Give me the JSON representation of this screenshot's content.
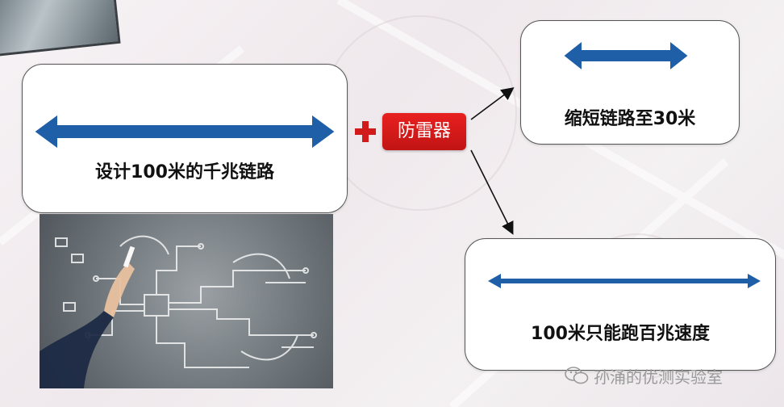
{
  "diagram": {
    "main_box": {
      "label": "设计100米的千兆链路"
    },
    "protector": {
      "label": "防雷器"
    },
    "short_box": {
      "label": "缩短链路至30米"
    },
    "hundred_box": {
      "label": "100米只能跑百兆速度"
    },
    "colors": {
      "arrow_blue": "#1f5fa8",
      "protector_red": "#d11b1b",
      "plus_red": "#d11b1b"
    }
  },
  "watermark": {
    "text": "孙涌的优测实验室",
    "icon": "wechat-icon"
  }
}
